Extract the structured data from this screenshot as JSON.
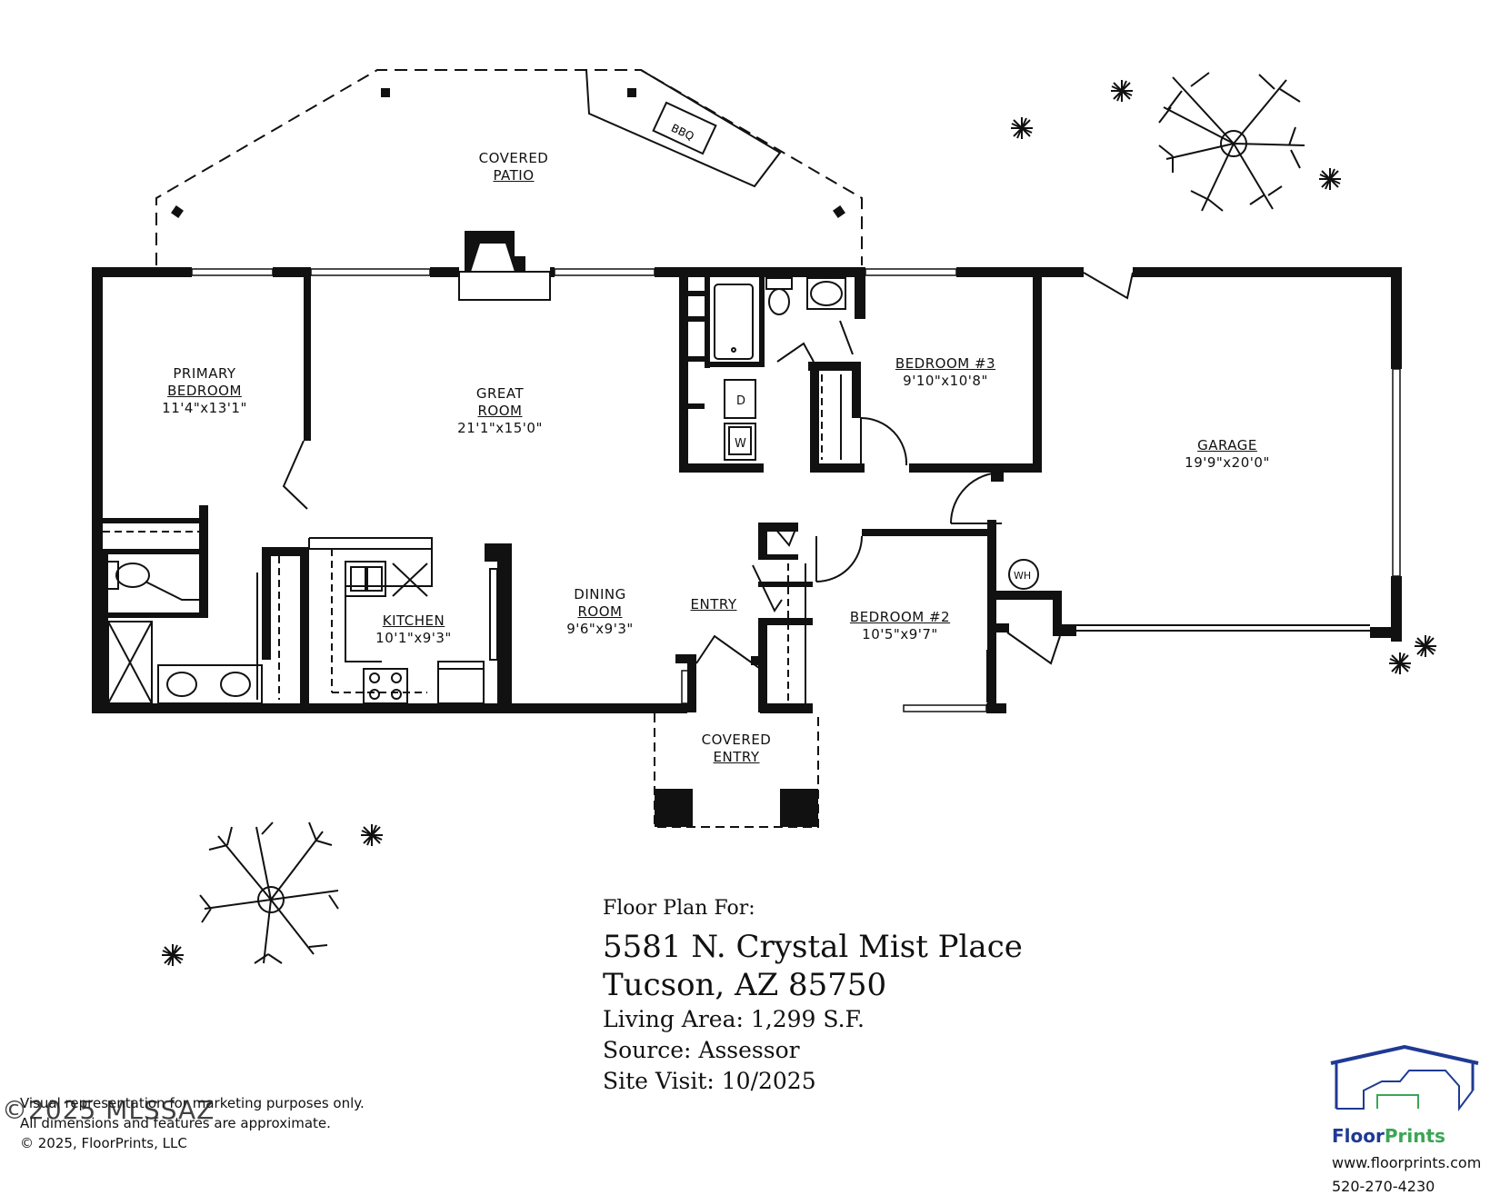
{
  "rooms": {
    "covered_patio": {
      "l1": "COVERED",
      "l2": "PATIO"
    },
    "primary_bedroom": {
      "l1": "PRIMARY",
      "l2": "BEDROOM",
      "dim": "11'4\"x13'1\""
    },
    "great_room": {
      "l1": "GREAT",
      "l2": "ROOM",
      "dim": "21'1\"x15'0\""
    },
    "bedroom3": {
      "l1": "BEDROOM #3",
      "dim": "9'10\"x10'8\""
    },
    "garage": {
      "l1": "GARAGE",
      "dim": "19'9\"x20'0\""
    },
    "kitchen": {
      "l1": "KITCHEN",
      "dim": "10'1\"x9'3\""
    },
    "dining_room": {
      "l1": "DINING",
      "l2": "ROOM",
      "dim": "9'6\"x9'3\""
    },
    "entry": {
      "l1": "ENTRY"
    },
    "bedroom2": {
      "l1": "BEDROOM #2",
      "dim": "10'5\"x9'7\""
    },
    "covered_entry": {
      "l1": "COVERED",
      "l2": "ENTRY"
    }
  },
  "fixtures": {
    "bbq": "BBQ",
    "dryer": "D",
    "washer": "W",
    "water_heater": "WH"
  },
  "info": {
    "label": "Floor Plan For:",
    "address1": "5581 N. Crystal Mist Place",
    "address2": "Tucson, AZ  85750",
    "living_area": "Living Area:  1,299 S.F.",
    "source": "Source:  Assessor",
    "site_visit": "Site Visit:  10/2025"
  },
  "disclaimer": {
    "line1": "Visual representation for marketing purposes only.",
    "line2": "All dimensions and features are approximate.",
    "copyright": "© 2025, FloorPrints, LLC"
  },
  "watermark": "©2025 MLSSAZ",
  "brand": {
    "name_a": "Floor",
    "name_b": "Prints",
    "url": "www.floorprints.com",
    "phone": "520-270-4230",
    "color_primary": "#1f3a93",
    "color_accent": "#3aa655"
  }
}
